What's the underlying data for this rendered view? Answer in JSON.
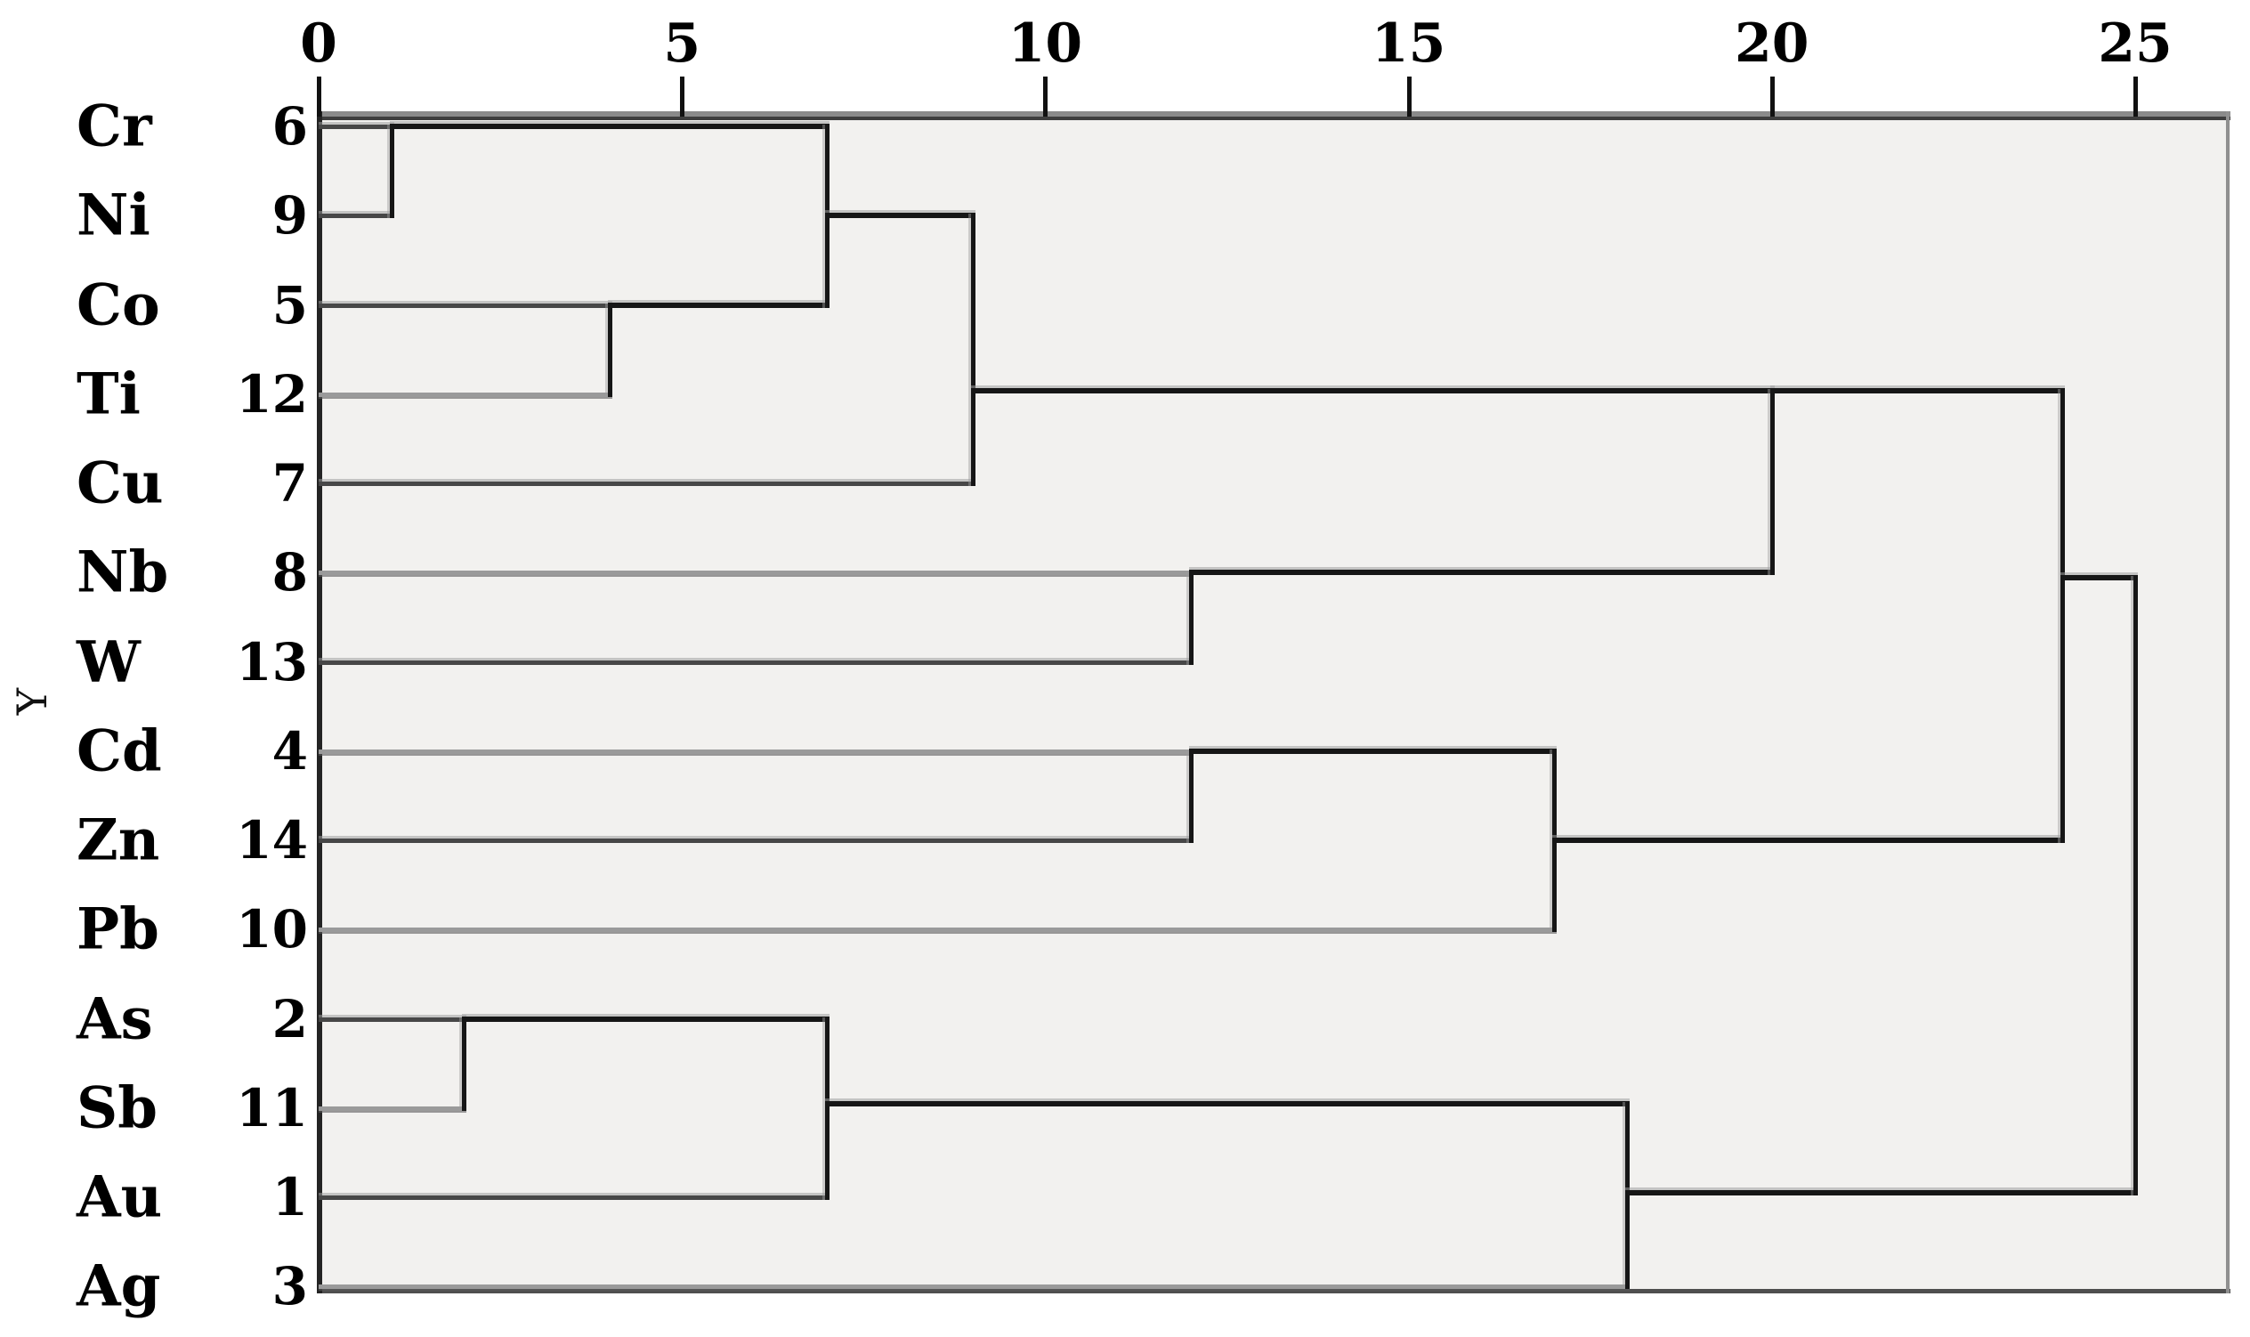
{
  "axis": {
    "y_label": "Y",
    "tick_labels": [
      "0",
      "5",
      "10",
      "15",
      "20",
      "25"
    ]
  },
  "colors": {
    "plot_background": "#f2f1ef",
    "tree_line_black": "#161616",
    "leaf_line_dark": "#474747",
    "leaf_line_gray": "#9a9a9a",
    "border_gray": "#8a8a8a",
    "border_dark": "#3d3d3d",
    "text": "#000000"
  },
  "chart_data": {
    "type": "dendrogram",
    "orientation": "horizontal; leaves on left, distance axis on top",
    "title": "",
    "xlabel_ticks": [
      0,
      5,
      10,
      15,
      20,
      25
    ],
    "xlim": [
      0,
      26.3
    ],
    "ylabel": "Y",
    "legend": "none",
    "grid": "off",
    "leaves": [
      {
        "label": "Cr",
        "num": "6",
        "shade": "dark"
      },
      {
        "label": "Ni",
        "num": "9",
        "shade": "dark"
      },
      {
        "label": "Co",
        "num": "5",
        "shade": "dark"
      },
      {
        "label": "Ti",
        "num": "12",
        "shade": "gray"
      },
      {
        "label": "Cu",
        "num": "7",
        "shade": "dark"
      },
      {
        "label": "Nb",
        "num": "8",
        "shade": "gray"
      },
      {
        "label": "W",
        "num": "13",
        "shade": "dark"
      },
      {
        "label": "Cd",
        "num": "4",
        "shade": "gray"
      },
      {
        "label": "Zn",
        "num": "14",
        "shade": "dark"
      },
      {
        "label": "Pb",
        "num": "10",
        "shade": "gray"
      },
      {
        "label": "As",
        "num": "2",
        "shade": "dark"
      },
      {
        "label": "Sb",
        "num": "11",
        "shade": "gray"
      },
      {
        "label": "Au",
        "num": "1",
        "shade": "dark"
      },
      {
        "label": "Ag",
        "num": "3",
        "shade": "gray"
      }
    ],
    "merges": [
      {
        "c1": "Cr",
        "c2": "Ni",
        "distance": 1,
        "y1": 0,
        "y2": 1,
        "y_out": 0,
        "out_to": 7
      },
      {
        "c1": "As",
        "c2": "Sb",
        "distance": 2,
        "y1": 10,
        "y2": 11,
        "y_out": 10,
        "out_to": 7
      },
      {
        "c1": "Co",
        "c2": "Ti",
        "distance": 4,
        "y1": 2,
        "y2": 3,
        "y_out": 2,
        "out_to": 7
      },
      {
        "c1": "Cr+Ni",
        "c2": "Co+Ti",
        "distance": 7,
        "y1": 0,
        "y2": 2,
        "y_out": 1,
        "out_to": 9
      },
      {
        "c1": "As+Sb",
        "c2": "Au",
        "distance": 7,
        "y1": 10,
        "y2": 12,
        "y_out": 10.95,
        "out_to": 18
      },
      {
        "c1": "Cr+Ni+Co+Ti",
        "c2": "Cu",
        "distance": 9,
        "y1": 1,
        "y2": 4,
        "y_out": 2.96,
        "out_to": 20
      },
      {
        "c1": "Nb",
        "c2": "W",
        "distance": 12,
        "y1": 5,
        "y2": 6,
        "y_out": 5,
        "out_to": 20
      },
      {
        "c1": "Cd",
        "c2": "Zn",
        "distance": 12,
        "y1": 7,
        "y2": 8,
        "y_out": 7,
        "out_to": 17
      },
      {
        "c1": "Cd+Zn",
        "c2": "Pb",
        "distance": 17,
        "y1": 7,
        "y2": 9,
        "y_out": 8,
        "out_to": 24
      },
      {
        "c1": "As+Sb+Au",
        "c2": "Ag",
        "distance": 18,
        "y1": 10.95,
        "y2": 13,
        "y_out": 11.95,
        "out_to": 25
      },
      {
        "c1": "Cr+Ni+Co+Ti+Cu",
        "c2": "Nb+W",
        "distance": 20,
        "y1": 2.96,
        "y2": 5,
        "y_out": 2.96,
        "out_to": 24
      },
      {
        "c1": "Cr+Ni+Co+Ti+Cu+Nb+W",
        "c2": "Cd+Zn+Pb",
        "distance": 24,
        "y1": 2.96,
        "y2": 8,
        "y_out": 5.06,
        "out_to": 25
      },
      {
        "c1": "Cr+Ni+Co+Ti+Cu+Nb+W+Cd+Zn+Pb",
        "c2": "As+Sb+Au+Ag",
        "distance": 25,
        "y1": 5.06,
        "y2": 11.95,
        "y_out": null,
        "out_to": null
      }
    ]
  }
}
